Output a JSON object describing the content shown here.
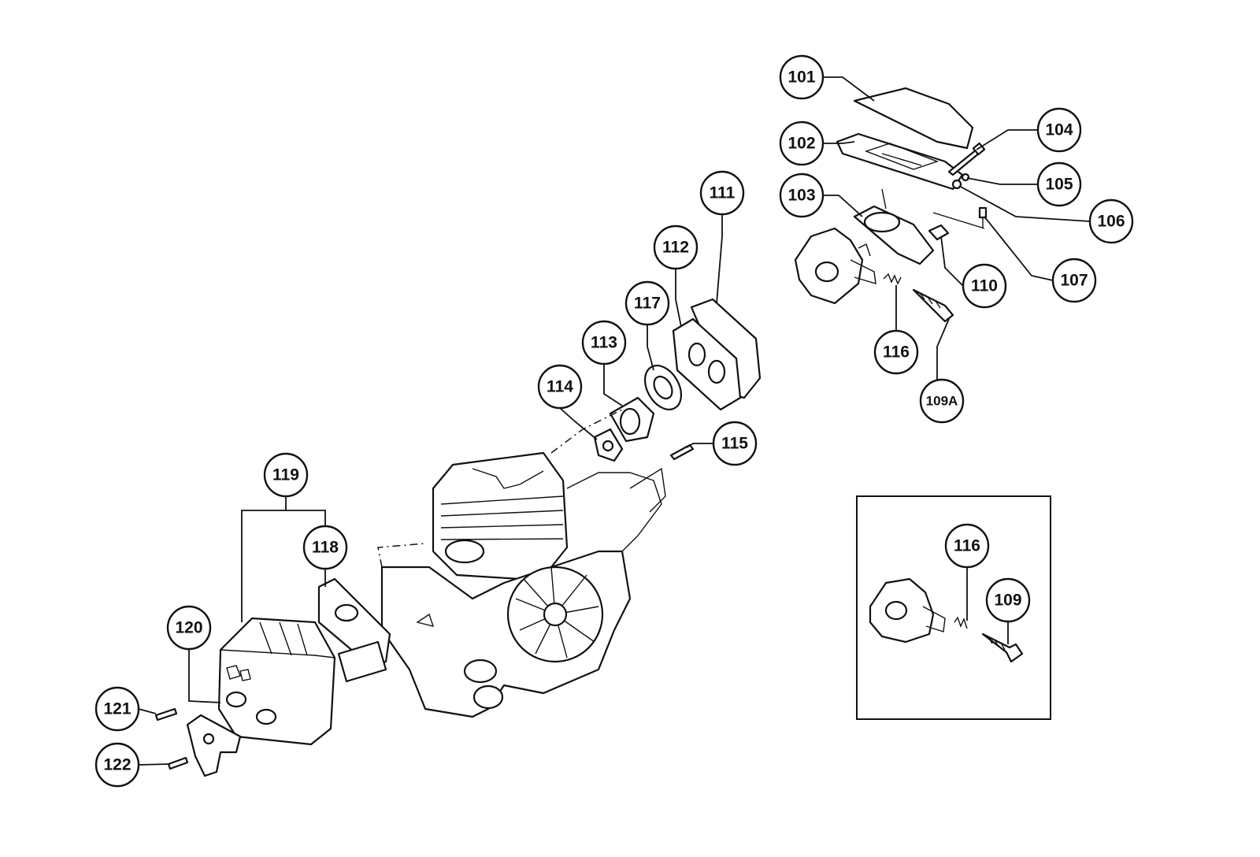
{
  "diagram": {
    "callouts": [
      {
        "id": "c101",
        "label": "101"
      },
      {
        "id": "c102",
        "label": "102"
      },
      {
        "id": "c103",
        "label": "103"
      },
      {
        "id": "c104",
        "label": "104"
      },
      {
        "id": "c105",
        "label": "105"
      },
      {
        "id": "c106",
        "label": "106"
      },
      {
        "id": "c107",
        "label": "107"
      },
      {
        "id": "c110",
        "label": "110"
      },
      {
        "id": "c116",
        "label": "116"
      },
      {
        "id": "c109A",
        "label": "109A"
      },
      {
        "id": "c111",
        "label": "111"
      },
      {
        "id": "c112",
        "label": "112"
      },
      {
        "id": "c117",
        "label": "117"
      },
      {
        "id": "c113",
        "label": "113"
      },
      {
        "id": "c114",
        "label": "114"
      },
      {
        "id": "c115",
        "label": "115"
      },
      {
        "id": "c119",
        "label": "119"
      },
      {
        "id": "c118",
        "label": "118"
      },
      {
        "id": "c120",
        "label": "120"
      },
      {
        "id": "c121",
        "label": "121"
      },
      {
        "id": "c122",
        "label": "122"
      },
      {
        "id": "c116b",
        "label": "116"
      },
      {
        "id": "c109",
        "label": "109"
      }
    ]
  }
}
